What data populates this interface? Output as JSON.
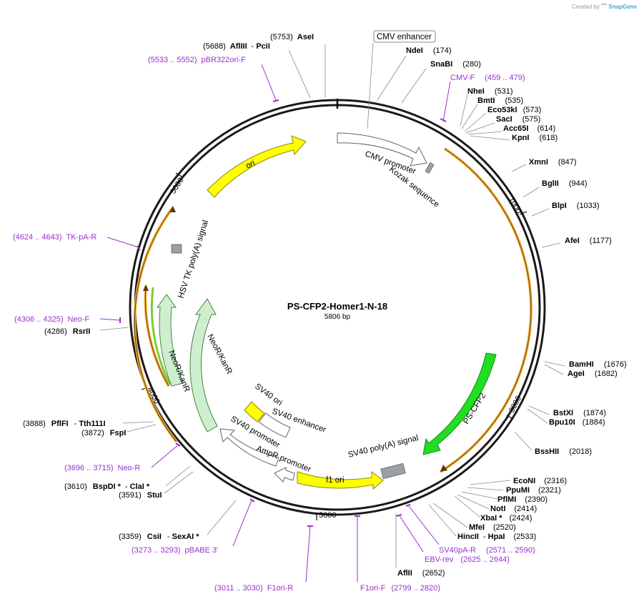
{
  "credit": {
    "prefix": "Created by",
    "brand": "SnapGene"
  },
  "plasmid": {
    "name": "PS-CFP2-Homer1-N-18",
    "size": "5806 bp"
  },
  "ticks": [
    "1000",
    "2000",
    "3000",
    "4000",
    "5000"
  ],
  "features": {
    "cmv_enhancer": "CMV enhancer",
    "cmv_promoter": "CMV promoter",
    "kozak": "Kozak sequence",
    "ps_cfp2": "PS-CFP2",
    "sv40_polya": "SV40 poly(A) signal",
    "f1_ori": "f1 ori",
    "ampr_promoter": "AmpR promoter",
    "sv40_promoter": "SV40 promoter",
    "sv40_ori": "SV40 ori",
    "sv40_enhancer": "SV40 enhancer",
    "neokanr_a": "NeoR/KanR",
    "neokanr_b": "NeoR/KanR",
    "hsv_tk": "HSV TK poly(A) signal",
    "ori": "ori"
  },
  "site_labels": [
    {
      "name": "AseI",
      "pos": "(5753)"
    },
    {
      "name": "AflIII",
      "name2": "PciI",
      "pos": "(5688)"
    },
    {
      "name": "NdeI",
      "pos": "(174)"
    },
    {
      "name": "SnaBI",
      "pos": "(280)"
    },
    {
      "name": "NheI",
      "pos": "(531)"
    },
    {
      "name": "BmtI",
      "pos": "(535)"
    },
    {
      "name": "Eco53kI",
      "pos": "(573)"
    },
    {
      "name": "SacI",
      "pos": "(575)"
    },
    {
      "name": "Acc65I",
      "pos": "(614)"
    },
    {
      "name": "KpnI",
      "pos": "(618)"
    },
    {
      "name": "XmnI",
      "pos": "(847)"
    },
    {
      "name": "BglII",
      "pos": "(944)"
    },
    {
      "name": "BlpI",
      "pos": "(1033)"
    },
    {
      "name": "AfeI",
      "pos": "(1177)"
    },
    {
      "name": "BamHI",
      "pos": "(1676)"
    },
    {
      "name": "AgeI",
      "pos": "(1682)"
    },
    {
      "name": "BstXI",
      "pos": "(1874)"
    },
    {
      "name": "Bpu10I",
      "pos": "(1884)"
    },
    {
      "name": "BssHII",
      "pos": "(2018)"
    },
    {
      "name": "EcoNI",
      "pos": "(2316)"
    },
    {
      "name": "PpuMI",
      "pos": "(2321)"
    },
    {
      "name": "PflMI",
      "pos": "(2390)"
    },
    {
      "name": "NotI",
      "pos": "(2414)"
    },
    {
      "name": "XbaI *",
      "pos": "(2424)"
    },
    {
      "name": "MfeI",
      "pos": "(2520)"
    },
    {
      "name": "HincII",
      "name2": "HpaI",
      "pos": "(2533)"
    },
    {
      "name": "AflII",
      "pos": "(2652)"
    },
    {
      "name": "CsiI",
      "name2": "SexAI *",
      "pos": "(3359)"
    },
    {
      "name": "StuI",
      "pos": "(3591)"
    },
    {
      "name": "BspDI *",
      "name2": "ClaI *",
      "pos": "(3610)"
    },
    {
      "name": "FspI",
      "pos": "(3872)"
    },
    {
      "name": "PflFI",
      "name2": "Tth111I",
      "pos": "(3888)"
    },
    {
      "name": "RsrII",
      "pos": "(4286)"
    }
  ],
  "primers": [
    {
      "name": "pBR322ori-F",
      "range": "(5533 .. 5552)"
    },
    {
      "name": "CMV-F",
      "range": "(459 .. 479)"
    },
    {
      "name": "TK-pA-R",
      "range": "(4624 .. 4643)"
    },
    {
      "name": "Neo-F",
      "range": "(4306 .. 4325)"
    },
    {
      "name": "Neo-R",
      "range": "(3696 .. 3715)"
    },
    {
      "name": "pBABE 3'",
      "range": "(3273 .. 3293)"
    },
    {
      "name": "F1ori-R",
      "range": "(3011 .. 3030)"
    },
    {
      "name": "F1ori-F",
      "range": "(2799 .. 2820)"
    },
    {
      "name": "EBV-rev",
      "range": "(2625 .. 2644)"
    },
    {
      "name": "SV40pA-R",
      "range": "(2571 .. 2590)"
    }
  ],
  "colors": {
    "backbone": "#1a1a1a",
    "cds": "#cfeecf",
    "cds_bright": "#22dd22",
    "origin": "#ffff00",
    "promoter": "#ffffff",
    "polya": "#9aa0a6",
    "orf": "#f7b343",
    "primer": "#9b30d0"
  }
}
